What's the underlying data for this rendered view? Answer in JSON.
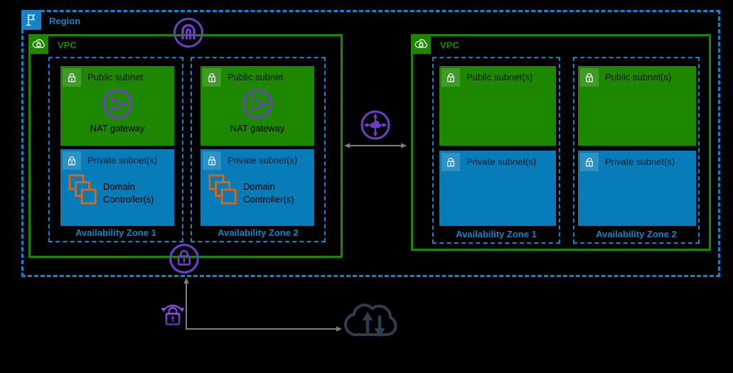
{
  "region": {
    "label": "Region"
  },
  "left_vpc": {
    "label": "VPC",
    "az1": {
      "name": "Availability Zone 1",
      "public": {
        "label": "Public subnet",
        "item": "NAT gateway"
      },
      "private": {
        "label": "Private subnet(s)",
        "item": "Domain Controller(s)"
      }
    },
    "az2": {
      "name": "Availability Zone 2",
      "public": {
        "label": "Public subnet",
        "item": "NAT gateway"
      },
      "private": {
        "label": "Private subnet(s)",
        "item": "Domain Controller(s)"
      }
    }
  },
  "right_vpc": {
    "label": "VPC",
    "az1": {
      "name": "Availability Zone 1",
      "public": {
        "label": "Public subnet(s)"
      },
      "private": {
        "label": "Private subnet(s)"
      }
    },
    "az2": {
      "name": "Availability Zone 2",
      "public": {
        "label": "Public subnet(s)"
      },
      "private": {
        "label": "Private subnet(s)"
      }
    }
  },
  "icons": {
    "region_badge": "flag-icon",
    "vpc_badge": "vpc-cloud-lock-icon",
    "subnet_badge": "lock-icon",
    "public_item": "nat-gateway-icon",
    "private_item": "domain-controllers-icon",
    "vpc_top": "internet-gateway-icon",
    "vpc_bottom": "vpn-gateway-icon",
    "between_vpcs": "transit-gateway-icon",
    "bottom_lock": "vpn-connection-icon",
    "bottom_cloud": "internet-cloud-icon"
  },
  "colors": {
    "blue": "#1583CB",
    "subnet_green": "#1E8700",
    "subnet_blue": "#087BB9",
    "purple": "#6F3EC8",
    "orange": "#D86613",
    "dark_slate": "#2E3D4F",
    "arrow_gray": "#7F7F7F",
    "background": "#000000"
  }
}
